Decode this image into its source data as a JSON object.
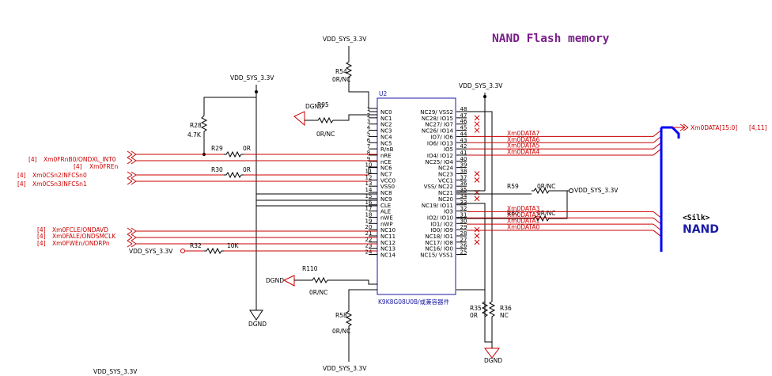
{
  "title": "NAND Flash memory",
  "silk": {
    "tag": "<Silk>",
    "name": "NAND"
  },
  "chip": {
    "ref": "U2",
    "part": "K9K8G08U0B/或兼容器件",
    "left_pins": [
      {
        "num": "1",
        "name": "NC0"
      },
      {
        "num": "2",
        "name": "NC1"
      },
      {
        "num": "3",
        "name": "NC2"
      },
      {
        "num": "4",
        "name": "NC3"
      },
      {
        "num": "5",
        "name": "NC4"
      },
      {
        "num": "6",
        "name": "NC5"
      },
      {
        "num": "7",
        "name": "R/nB"
      },
      {
        "num": "8",
        "name": "nRE"
      },
      {
        "num": "9",
        "name": "nCE"
      },
      {
        "num": "10",
        "name": "NC6"
      },
      {
        "num": "11",
        "name": "NC7"
      },
      {
        "num": "12",
        "name": "VCC0"
      },
      {
        "num": "13",
        "name": "VSS0"
      },
      {
        "num": "14",
        "name": "NC8"
      },
      {
        "num": "15",
        "name": "NC9"
      },
      {
        "num": "16",
        "name": "CLE"
      },
      {
        "num": "17",
        "name": "ALE"
      },
      {
        "num": "18",
        "name": "nWE"
      },
      {
        "num": "19",
        "name": "nWP"
      },
      {
        "num": "20",
        "name": "NC10"
      },
      {
        "num": "21",
        "name": "NC11"
      },
      {
        "num": "22",
        "name": "NC12"
      },
      {
        "num": "23",
        "name": "NC13"
      },
      {
        "num": "24",
        "name": "NC14"
      }
    ],
    "right_pins": [
      {
        "num": "48",
        "name": "NC29/ VSS2"
      },
      {
        "num": "47",
        "name": "NC28/ IO15"
      },
      {
        "num": "46",
        "name": "NC27/ IO7"
      },
      {
        "num": "45",
        "name": "NC26/ IO14"
      },
      {
        "num": "44",
        "name": "IO7/ IO6"
      },
      {
        "num": "43",
        "name": "IO6/ IO13"
      },
      {
        "num": "42",
        "name": "IO5"
      },
      {
        "num": "41",
        "name": "IO4/ IO12"
      },
      {
        "num": "40",
        "name": "NC25/ IO4"
      },
      {
        "num": "39",
        "name": "NC24"
      },
      {
        "num": "38",
        "name": "NC23"
      },
      {
        "num": "37",
        "name": "VCC1"
      },
      {
        "num": "36",
        "name": "VSS/ NC22"
      },
      {
        "num": "35",
        "name": "NC21"
      },
      {
        "num": "34",
        "name": "NC20"
      },
      {
        "num": "33",
        "name": "NC19/ IO11"
      },
      {
        "num": "32",
        "name": "IO3"
      },
      {
        "num": "31",
        "name": "IO2/ IO10"
      },
      {
        "num": "30",
        "name": "IO1/ IO2"
      },
      {
        "num": "29",
        "name": "IO0/ IO9"
      },
      {
        "num": "28",
        "name": "NC18/ IO1"
      },
      {
        "num": "27",
        "name": "NC17/ IO8"
      },
      {
        "num": "26",
        "name": "NC16/ IO0"
      },
      {
        "num": "25",
        "name": "NC15/ VSS1"
      }
    ]
  },
  "data_nets": [
    "Xm0DATA7",
    "Xm0DATA6",
    "Xm0DATA5",
    "Xm0DATA4",
    "Xm0DATA3",
    "Xm0DATA2",
    "Xm0DATA1",
    "Xm0DATA0"
  ],
  "data_bus": {
    "label": "Xm0DATA[15:0]",
    "ref": "[4,11]"
  },
  "left_nets": {
    "fr_nb0": {
      "ref": "[4]",
      "name": "Xm0FRnB0/ONDXL_INT0"
    },
    "fr_en": {
      "ref": "[4]",
      "name": "Xm0FREn"
    },
    "cs2": {
      "ref": "[4]",
      "name": "Xm0CSn2/NFCSn0"
    },
    "cs3": {
      "ref": "[4]",
      "name": "Xm0CSn3/NFCSn1"
    },
    "fcle": {
      "ref": "[4]",
      "name": "Xm0FCLE/ONDAVD"
    },
    "fale": {
      "ref": "[4]",
      "name": "Xm0FALE/ONDSMCLK"
    },
    "fwe": {
      "ref": "[4]",
      "name": "Xm0FWEn/ONDRPn"
    }
  },
  "power": {
    "vdd": "VDD_SYS_3.3V",
    "gnd": "DGND"
  },
  "resistors": {
    "r54": {
      "ref": "R54",
      "val": "0R/NC"
    },
    "r95": {
      "ref": "R95",
      "val": "0R/NC"
    },
    "r28": {
      "ref": "R28",
      "val": "4.7K"
    },
    "r29": {
      "ref": "R29",
      "val": "0R"
    },
    "r30": {
      "ref": "R30",
      "val": "0R"
    },
    "r32": {
      "ref": "R32",
      "val": "10K"
    },
    "r110": {
      "ref": "R110",
      "val": "0R/NC"
    },
    "r58": {
      "ref": "R58",
      "val": "0R/NC"
    },
    "r59": {
      "ref": "R59",
      "val": "0R/NC"
    },
    "r60": {
      "ref": "R60",
      "val": "0R/NC"
    },
    "r35": {
      "ref": "R35",
      "val": "0R"
    },
    "r36": {
      "ref": "R36",
      "val": "NC"
    }
  }
}
